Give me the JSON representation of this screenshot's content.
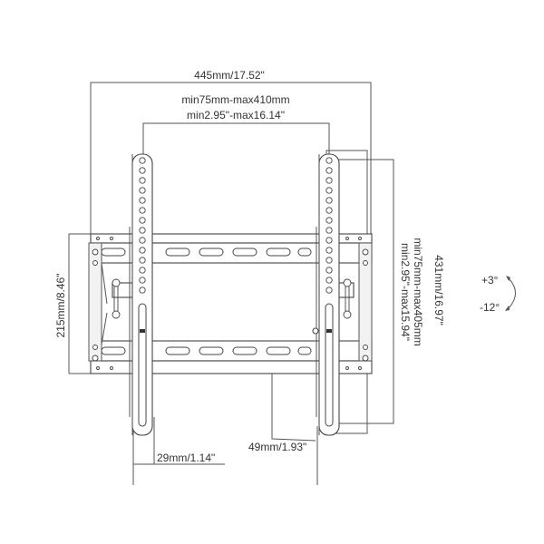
{
  "diagram": {
    "title": "Tilting TV wall mount bracket dimensions",
    "dimensions": {
      "overall_width": "445mm/17.52\"",
      "vesa_horizontal_mm": "min75mm-max410mm",
      "vesa_horizontal_in": "min2.95\"-max16.14\"",
      "overall_height": "431mm/16.97\"",
      "vesa_vertical_mm": "min75mm-max405mm",
      "vesa_vertical_in": "min2.95\"-max15.94\"",
      "wall_plate_height": "215mm/8.46\"",
      "min_depth": "29mm/1.14\"",
      "max_depth": "49mm/1.93\""
    },
    "tilt": {
      "up": "+3°",
      "down": "-12°"
    },
    "colors": {
      "line": "#555555",
      "text": "#333333",
      "background": "#ffffff"
    }
  }
}
